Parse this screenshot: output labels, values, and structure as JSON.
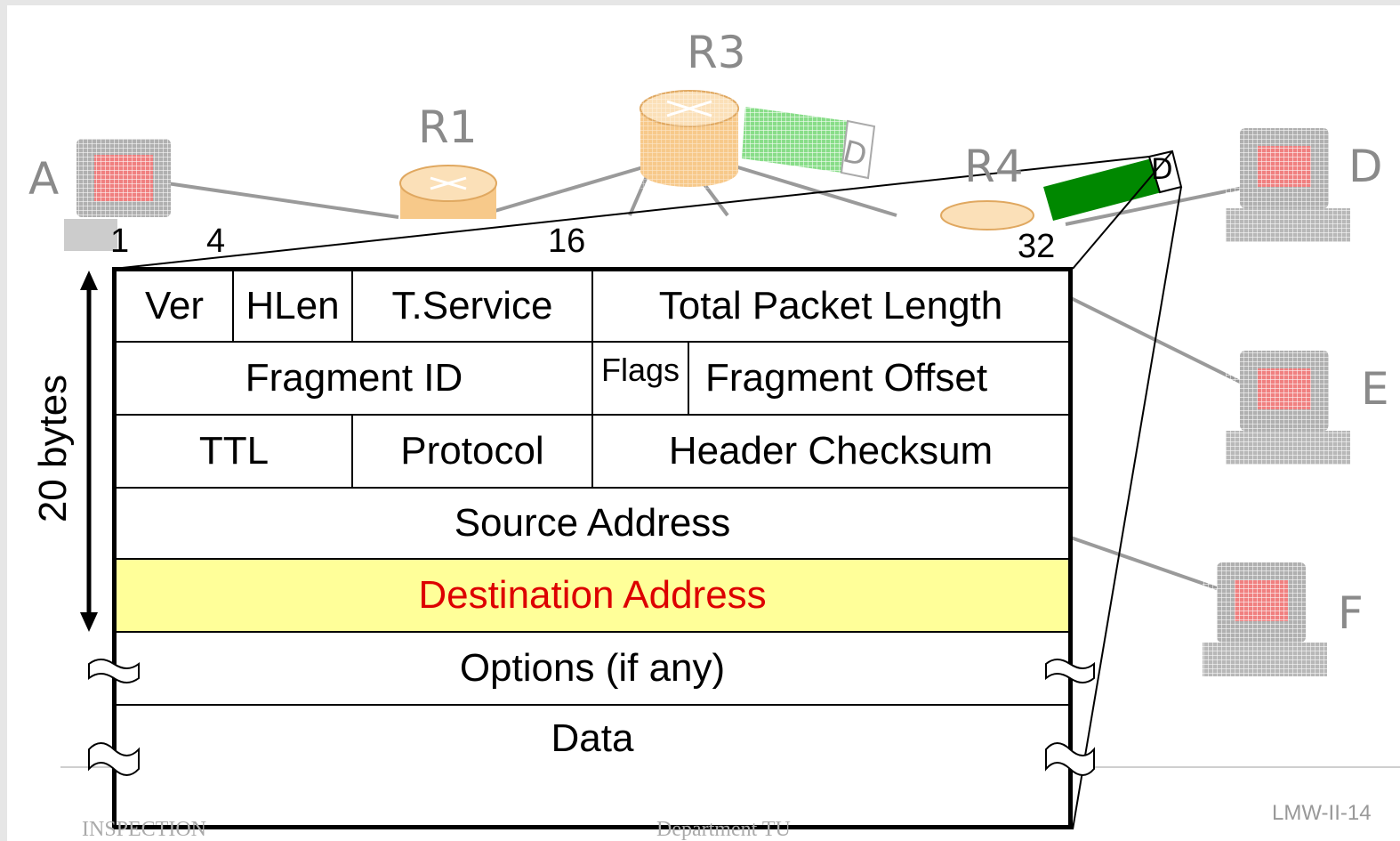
{
  "nodes": {
    "host_a": "A",
    "host_d": "D",
    "host_e": "E",
    "host_f": "F",
    "router_r1": "R1",
    "router_r3": "R3",
    "router_r4": "R4"
  },
  "packet_tag": "D",
  "bit_positions": [
    "1",
    "4",
    "16",
    "32"
  ],
  "header_size_label": "20 bytes",
  "ip_header": {
    "row1": [
      "Ver",
      "HLen",
      "T.Service",
      "Total Packet Length"
    ],
    "row2": [
      "Fragment ID",
      "Flags",
      "Fragment Offset"
    ],
    "row3": [
      "TTL",
      "Protocol",
      "Header Checksum"
    ],
    "row4": "Source Address",
    "row5": "Destination Address",
    "row6": "Options (if any)",
    "row7": "Data"
  },
  "footer": {
    "slide_code": "LMW-II-14",
    "left_text": "INSPECTION",
    "mid_text": "Department TU"
  },
  "colors": {
    "highlight_fill": "#ffff99",
    "highlight_text": "#dd0000",
    "packet_green": "#008800",
    "faded_packet_green": "#88dd88",
    "router_orange": "#f7c98a",
    "screen_red": "#f08080"
  }
}
